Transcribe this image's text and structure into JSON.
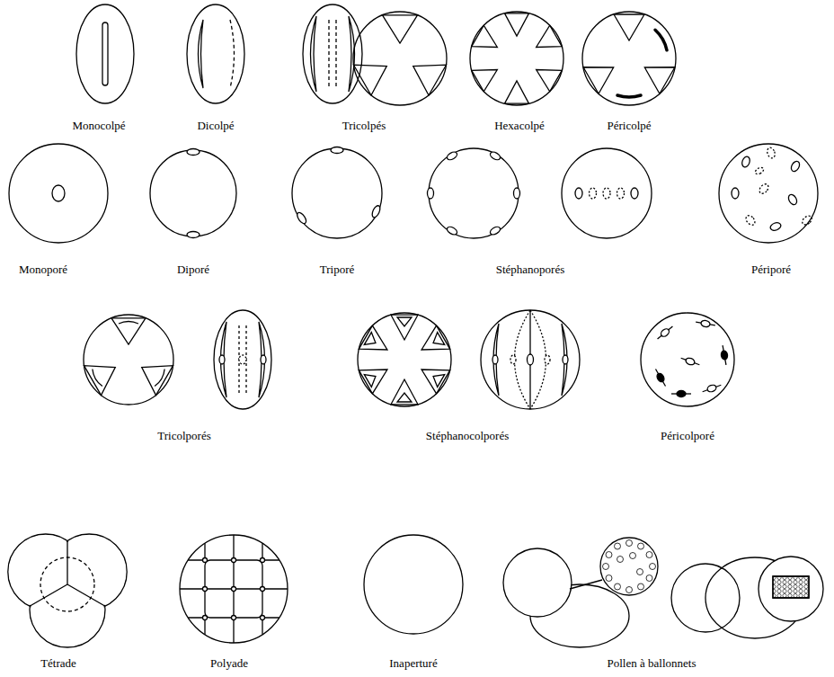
{
  "diagram": {
    "labels": [
      "Monocolpé",
      "Dicolpé",
      "Tricolpés",
      "Hexacolpé",
      "Péricolpé",
      "Monoporé",
      "Diporé",
      "Triporé",
      "Stéphanoporés",
      "Périporé",
      "Tricolporés",
      "Stéphanocolporés",
      "Péricolporé",
      "Tétrade",
      "Polyade",
      "Inaperturé",
      "Pollen à ballonnets"
    ]
  }
}
